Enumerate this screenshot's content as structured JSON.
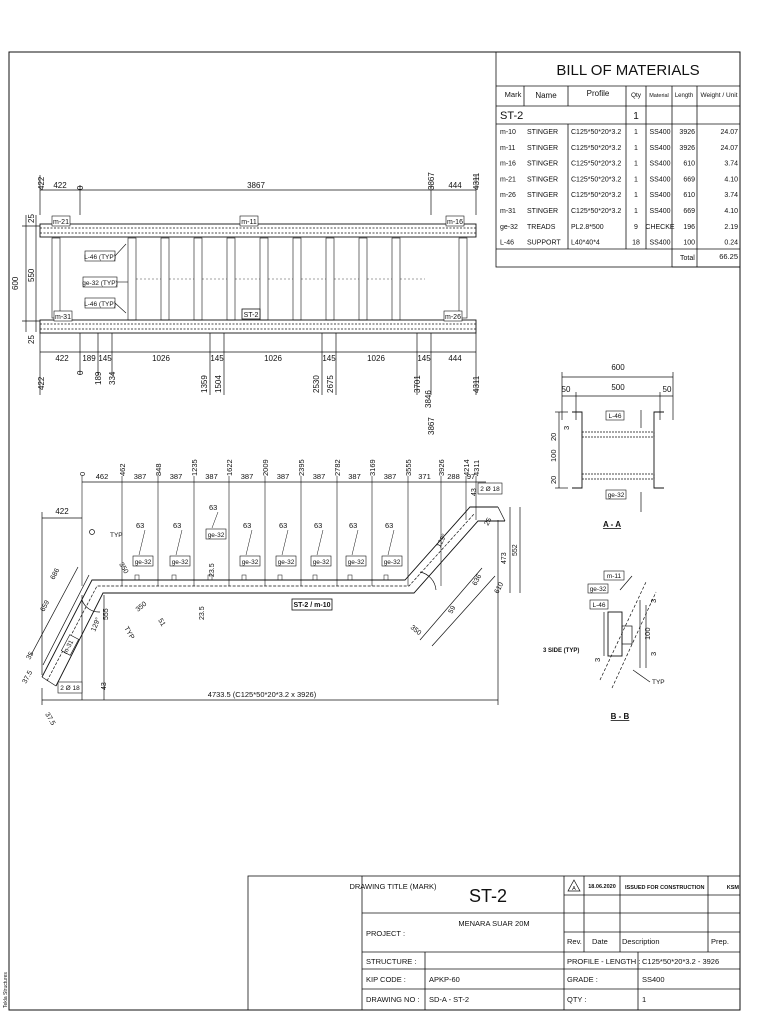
{
  "bom": {
    "title": "BILL OF MATERIALS",
    "headers": [
      "Mark",
      "Name",
      "Profile",
      "Qty",
      "Material",
      "Length",
      "Weight / Unit"
    ],
    "assembly": {
      "mark": "ST-2",
      "qty": "1"
    },
    "rows": [
      [
        "m-10",
        "STINGER",
        "C125*50*20*3.2",
        "1",
        "SS400",
        "3926",
        "24.07"
      ],
      [
        "m-11",
        "STINGER",
        "C125*50*20*3.2",
        "1",
        "SS400",
        "3926",
        "24.07"
      ],
      [
        "m-16",
        "STINGER",
        "C125*50*20*3.2",
        "1",
        "SS400",
        "610",
        "3.74"
      ],
      [
        "m-21",
        "STINGER",
        "C125*50*20*3.2",
        "1",
        "SS400",
        "669",
        "4.10"
      ],
      [
        "m-26",
        "STINGER",
        "C125*50*20*3.2",
        "1",
        "SS400",
        "610",
        "3.74"
      ],
      [
        "m-31",
        "STINGER",
        "C125*50*20*3.2",
        "1",
        "SS400",
        "669",
        "4.10"
      ],
      [
        "ge-32",
        "TREADS",
        "PL2.8*500",
        "9",
        "CHECKE",
        "196",
        "2.19"
      ],
      [
        "L-46",
        "SUPPORT",
        "L40*40*4",
        "18",
        "SS400",
        "100",
        "0.24"
      ]
    ],
    "total_label": "Total",
    "total_value": "66.25"
  },
  "plan": {
    "top_dims": [
      "422",
      "3867",
      "444"
    ],
    "top_ordinates": [
      "422",
      "0",
      "3867",
      "4311"
    ],
    "side_left": [
      "25",
      "550",
      "25"
    ],
    "side_total": "600",
    "marks": {
      "m21": "m-21",
      "m11": "m-11",
      "m16": "m-16",
      "m31": "m-31",
      "m26": "m-26",
      "st2": "ST-2"
    },
    "callouts": [
      "L-46 (TYP)",
      "ge-32 (TYP)",
      "L-46 (TYP)"
    ],
    "bottom_dims": [
      "422",
      "189",
      "145",
      "1026",
      "145",
      "1026",
      "145",
      "1026",
      "145",
      "444"
    ],
    "bottom_ordinates": [
      "422",
      "0",
      "189",
      "334",
      "1359",
      "1504",
      "2530",
      "2675",
      "3701",
      "3846",
      "3867",
      "4311"
    ]
  },
  "elev": {
    "top_dims": [
      "462",
      "387",
      "387",
      "387",
      "387",
      "387",
      "387",
      "387",
      "387",
      "371",
      "288",
      "97"
    ],
    "top_ordinates": [
      "0",
      "462",
      "848",
      "1235",
      "1622",
      "2009",
      "2395",
      "2782",
      "3169",
      "3555",
      "3926",
      "4214",
      "4311"
    ],
    "left_dim": "422",
    "typ": "TYP",
    "tread_63": "63",
    "tread_label": "ge-32",
    "member_label": "ST-2 / m-10",
    "bolt_top": "2 Ø 18",
    "bolt_bottom": "2 Ø 18",
    "mark_m31": "m-31",
    "bottom_total": "4733.5 (C125*50*20*3.2 x 3926)",
    "misc": [
      "350",
      "129°",
      "659",
      "686",
      "35",
      "37.5",
      "37.5",
      "43",
      "555",
      "23.5",
      "23.5",
      "51",
      "TYP",
      "350",
      "350",
      "129°",
      "59",
      "636",
      "610",
      "473",
      "552",
      "25",
      "43"
    ]
  },
  "section_a": {
    "dims": [
      "600",
      "50",
      "500",
      "50"
    ],
    "left_dims": [
      "20",
      "100",
      "20",
      "3"
    ],
    "labels": [
      "L-46",
      "ge-32"
    ],
    "title": "A - A"
  },
  "section_b": {
    "labels": [
      "m-11",
      "ge-32",
      "L-46"
    ],
    "side_note": "3 SIDE (TYP)",
    "typ": "TYP",
    "dims": [
      "100",
      "3",
      "3",
      "3"
    ],
    "title": "B - B"
  },
  "titleblock": {
    "drawing_title_label": "DRAWING TITLE (MARK)",
    "drawing_title": "ST-2",
    "project_label": "PROJECT :",
    "project": "MENARA SUAR 20M",
    "structure_label": "STRUCTURE :",
    "kip_label": "KIP CODE :",
    "kip": "APKP-60",
    "drawing_no_label": "DRAWING NO :",
    "drawing_no": "SD-A - ST-2",
    "rev_marker": "A",
    "date": "18.06.2020",
    "issued": "ISSUED FOR CONSTRUCTION",
    "prep_init": "KSM",
    "rev_h": "Rev.",
    "date_h": "Date",
    "desc_h": "Description",
    "prep_h": "Prep.",
    "profile_label": "PROFILE - LENGTH :",
    "profile": "C125*50*20*3.2  -  3926",
    "grade_label": "GRADE :",
    "grade": "SS400",
    "qty_label": "QTY :",
    "qty": "1"
  },
  "side_credit": "Tekla Structures"
}
